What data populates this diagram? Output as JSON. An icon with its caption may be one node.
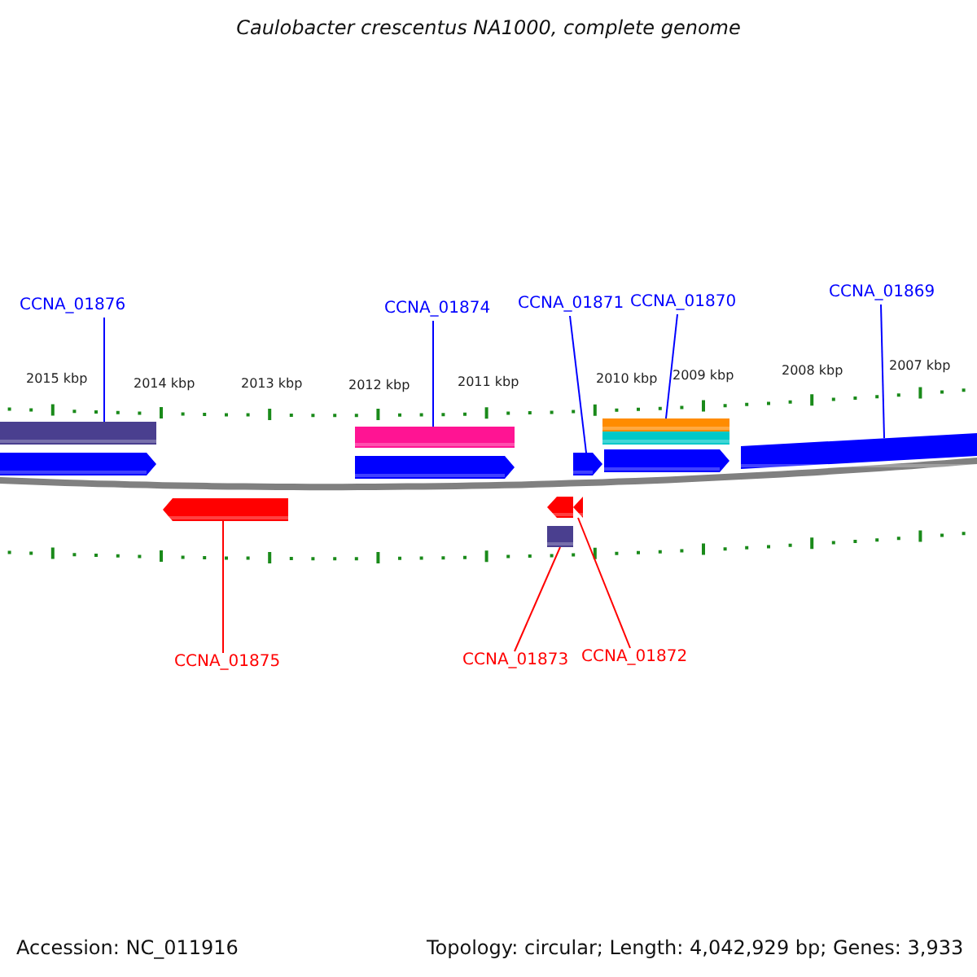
{
  "diagram": {
    "title": "Caulobacter crescentus NA1000, complete genome",
    "nodes": [
      {
        "text": [
          "CCNA_01876"
        ]
      },
      {
        "text": [
          "CCNA_01874"
        ]
      },
      {
        "text": [
          "CCNA_01871"
        ]
      },
      {
        "text": [
          "CCNA_01870"
        ]
      },
      {
        "text": [
          "CCNA_01869"
        ]
      },
      {
        "text": [],
        "shape": "bar"
      },
      {
        "text": [],
        "shape": "arrow"
      },
      {
        "text": [],
        "shape": "bar"
      },
      {
        "text": [],
        "shape": "arrow"
      },
      {
        "text": [],
        "shape": "arrow"
      },
      {
        "text": [],
        "shape": "box"
      },
      {
        "text": [],
        "shape": "arrow"
      },
      {
        "text": [],
        "shape": "arrow"
      },
      {
        "text": [],
        "shape": "arrow"
      },
      {
        "text": [],
        "shape": "bar"
      },
      {
        "text": [],
        "shape": "bar"
      },
      {
        "text": [],
        "shape": "arrow"
      },
      {
        "text": [],
        "shape": "arrow"
      },
      {
        "text": [
          "CCNA_01875"
        ]
      },
      {
        "text": [
          "CCNA_01873"
        ]
      },
      {
        "text": [
          "CCNA_01872"
        ]
      }
    ],
    "edges": [
      {
        "from": 0,
        "to": 5,
        "arrow": "none"
      },
      {
        "from": 1,
        "to": 7,
        "arrow": "none"
      },
      {
        "from": 2,
        "to": 13,
        "arrow": "none"
      },
      {
        "from": 3,
        "to": 14,
        "arrow": "none"
      },
      {
        "from": 4,
        "to": 17,
        "arrow": "none"
      },
      {
        "from": 18,
        "to": 9,
        "arrow": "none",
        "color": "#ff0000"
      },
      {
        "from": 19,
        "to": 10,
        "arrow": "none",
        "color": "#ff0000"
      },
      {
        "from": 20,
        "to": 12,
        "arrow": "none",
        "color": "#ff0000"
      }
    ],
    "labels": [
      "2015 kbp",
      "2014 kbp",
      "2013 kbp",
      "2012 kbp",
      "2011 kbp",
      "2010 kbp",
      "2009 kbp",
      "2008 kbp",
      "2007 kbp",
      "Accession: NC_011916",
      "Topology: circular; Length: 4,042,929 bp; Genes: 3,933"
    ]
  }
}
